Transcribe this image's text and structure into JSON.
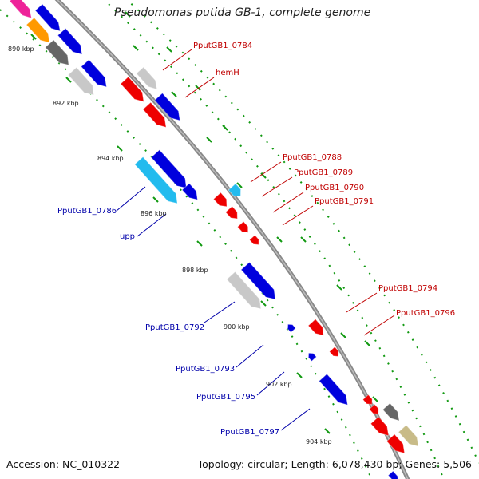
{
  "title": "Pseudomonas putida GB-1, complete genome",
  "accession": "Accession: NC_010322",
  "topology": "Topology: circular; Length: 6,078,430 bp; Genes: 5,506",
  "ticks": [
    "890 kbp",
    "892 kbp",
    "894 kbp",
    "896 kbp",
    "898 kbp",
    "900 kbp",
    "902 kbp",
    "904 kbp"
  ],
  "labels_forward": [
    "PputGB1_0784",
    "hemH",
    "PputGB1_0788",
    "PputGB1_0789",
    "PputGB1_0790",
    "PputGB1_0791",
    "PputGB1_0794",
    "PputGB1_0796"
  ],
  "labels_reverse": [
    "PputGB1_0786",
    "upp",
    "PputGB1_0792",
    "PputGB1_0793",
    "PputGB1_0795",
    "PputGB1_0797"
  ],
  "colors": {
    "forward_label": "#c00000",
    "reverse_label": "#0000aa",
    "cds_blue": "#0000dd",
    "cds_red": "#ee0000",
    "cds_cyan": "#22bbee",
    "cds_gray": "#c8c8c8",
    "cds_darkgray": "#666666",
    "cds_orange": "#ff9900",
    "cds_magenta": "#ee2299",
    "cds_khaki": "#c8bb88",
    "backbone": "#888888",
    "tick_dots": "#119911"
  }
}
